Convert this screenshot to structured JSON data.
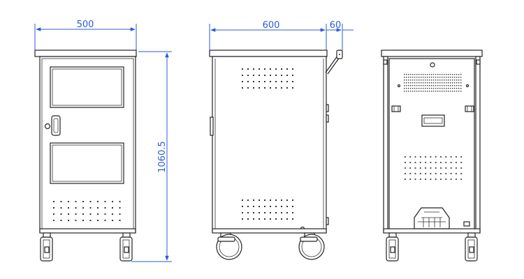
{
  "dimensions": {
    "front_width": "500",
    "side_depth": "600",
    "handle_depth": "60",
    "height": "1060.5"
  },
  "colors": {
    "dimension": "#2a5bd7",
    "outline": "#222222"
  },
  "views": [
    "front-view",
    "side-view",
    "back-view"
  ]
}
